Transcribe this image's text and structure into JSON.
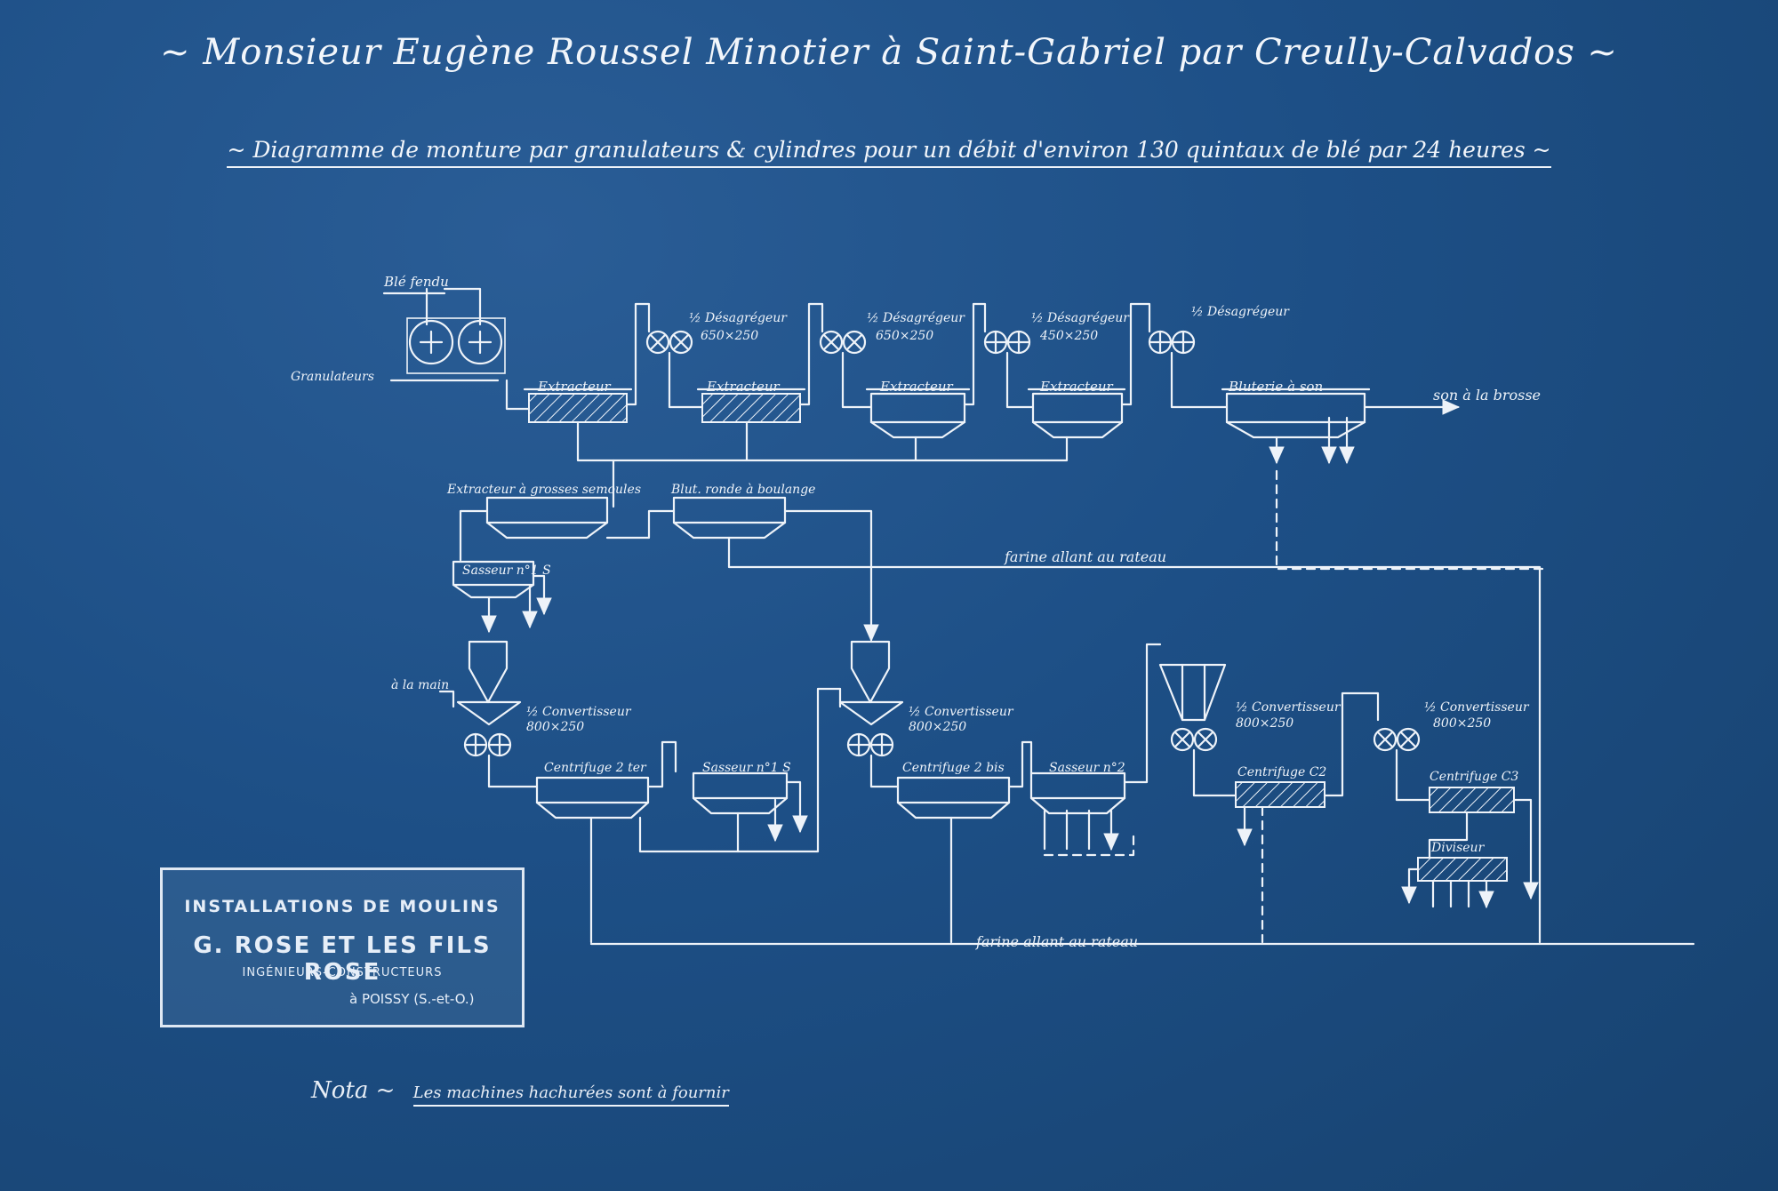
{
  "title": "~ Monsieur Eugène Roussel Minotier à Saint-Gabriel par Creully-Calvados ~",
  "subtitle": "~ Diagramme de monture par granulateurs & cylindres pour un débit d'environ 130 quintaux de blé par 24 heures ~",
  "labels": {
    "ble_fendu": "Blé fendu",
    "granulateurs": "Granulateurs",
    "extracteur1": "Extracteur",
    "extracteur2": "Extracteur",
    "extracteur3": "Extracteur",
    "extracteur4": "Extracteur",
    "desag1": "½ Désagrégeur",
    "desag1_size": "650×250",
    "desag2": "½ Désagrégeur",
    "desag2_size": "650×250",
    "desag3": "½ Désagrégeur",
    "desag3_size": "450×250",
    "desag4": "½ Désagrégeur",
    "bluterie": "Bluterie à son",
    "son_brosse": "son à la brosse",
    "extracteur_grosses": "Extracteur à grosses semoules",
    "blut_ronde": "Blut. ronde à boulange",
    "sasseur1s": "Sasseur n°1 S",
    "farine_rateau1": "farine allant au rateau",
    "a_la_main": "à la main",
    "conv1": "½ Convertisseur",
    "conv1_size": "800×250",
    "conv2": "½ Convertisseur",
    "conv2_size": "800×250",
    "conv3": "½ Convertisseur",
    "conv3_size": "800×250",
    "conv4": "½ Convertisseur",
    "conv4_size": "800×250",
    "centrifuge2ter": "Centrifuge 2 ter",
    "sasseur1s_b": "Sasseur n°1 S",
    "centrifuge2bis": "Centrifuge 2 bis",
    "sasseur2": "Sasseur n°2",
    "centrifuge_c2": "Centrifuge C2",
    "centrifuge_c3": "Centrifuge C3",
    "diviseur": "Diviseur",
    "farine_rateau2": "farine allant au rateau"
  },
  "stamp": {
    "line1": "INSTALLATIONS DE MOULINS",
    "line2": "G. ROSE ET LES FILS ROSE",
    "line3": "INGÉNIEURS-CONSTRUCTEURS",
    "line4": "à POISSY (S.-et-O.)"
  },
  "nota": {
    "label": "Nota ~",
    "text": "Les machines hachurées sont à fournir"
  },
  "colors": {
    "paper": "#1d4f86",
    "ink": "#eef3f9"
  }
}
